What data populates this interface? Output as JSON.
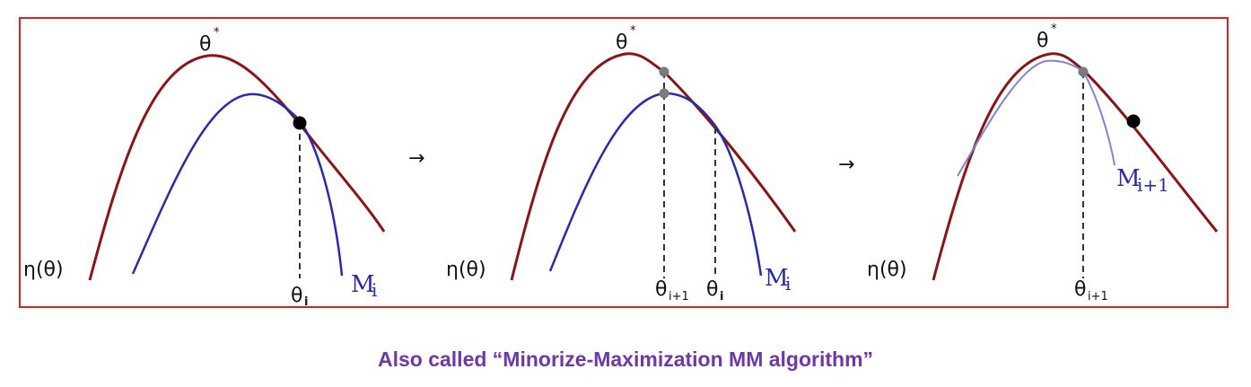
{
  "colors": {
    "frame_border": "#e0201f",
    "eta_curve": "#8b1414",
    "minorizer_curve": "#2a2ab0",
    "minorizer_curve_light": "#7b84d6",
    "point_black": "#000000",
    "point_gray": "#7a7a7a",
    "caption": "#6f37a8"
  },
  "panels": [
    {
      "eta_label": "η(θ)",
      "optimum_label": "θ",
      "optimum_sup": "*",
      "minorizer_label": "M",
      "minorizer_sub": "i",
      "x_labels": [
        {
          "base": "θ",
          "sub": "i"
        }
      ]
    },
    {
      "eta_label": "η(θ)",
      "optimum_label": "θ",
      "optimum_sup": "*",
      "minorizer_label": "M",
      "minorizer_sub": "i",
      "x_labels": [
        {
          "base": "θ",
          "sub": "i+1"
        },
        {
          "base": "θ",
          "sub": "i"
        }
      ]
    },
    {
      "eta_label": "η(θ)",
      "optimum_label": "θ",
      "optimum_sup": "*",
      "minorizer_label": "M",
      "minorizer_sub": "i+1",
      "x_labels": [
        {
          "base": "θ",
          "sub": "i+1"
        }
      ]
    }
  ],
  "arrows": [
    "→",
    "→"
  ],
  "caption": "Also called “Minorize-Maximization MM algorithm”"
}
